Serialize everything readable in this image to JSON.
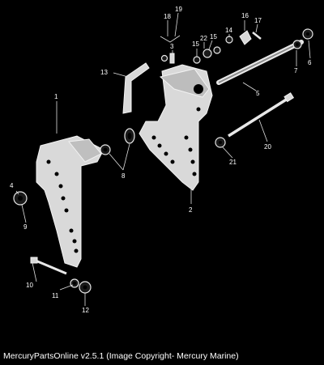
{
  "caption": "MercuryPartsOnline v2.5.1 (Image Copyright- Mercury Marine)",
  "callouts": {
    "c1": "1",
    "c2": "2",
    "c3": "3",
    "c4": "4",
    "c5": "5",
    "c6": "6",
    "c7": "7",
    "c8": "8",
    "c9": "9",
    "c10": "10",
    "c11": "11",
    "c12": "12",
    "c13": "13",
    "c14": "14",
    "c15": "15",
    "c15b": "15",
    "c16": "16",
    "c17": "17",
    "c18": "18",
    "c19": "19",
    "c20": "20",
    "c21": "21",
    "c22": "22"
  }
}
